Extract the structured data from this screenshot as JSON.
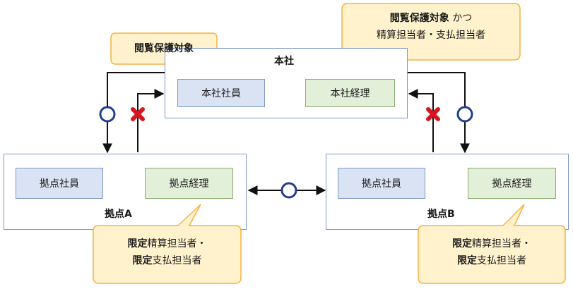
{
  "offices": {
    "hq": {
      "label": "本社",
      "staff": "本社社員",
      "manager": "本社経理"
    },
    "a": {
      "label": "拠点A",
      "staff": "拠点社員",
      "manager": "拠点経理"
    },
    "b": {
      "label": "拠点B",
      "staff": "拠点社員",
      "manager": "拠点経理"
    }
  },
  "callouts": {
    "hq_left": {
      "line1": "閲覧保護対象"
    },
    "hq_right": {
      "line1_bold": "閲覧保護対象",
      "line1_rest": " かつ",
      "line2": "精算担当者・支払担当者"
    },
    "a": {
      "line1_bold": "限定",
      "line1_rest": "精算担当者・",
      "line2_bold": "限定",
      "line2_rest": "支払担当者"
    },
    "b": {
      "line1_bold": "限定",
      "line1_rest": "精算担当者・",
      "line2_bold": "限定",
      "line2_rest": "支払担当者"
    }
  },
  "colors": {
    "office_border": "#7b96c9",
    "staff_fill": "#dae3f3",
    "manager_fill": "#e2efd9",
    "callout_fill": "#fff2cc",
    "callout_border": "#f4b244",
    "allow_mark": "#1f3f8f",
    "deny_mark": "#d8141e"
  },
  "icons": {
    "allowed": "circle-icon",
    "denied": "x-mark-icon"
  }
}
